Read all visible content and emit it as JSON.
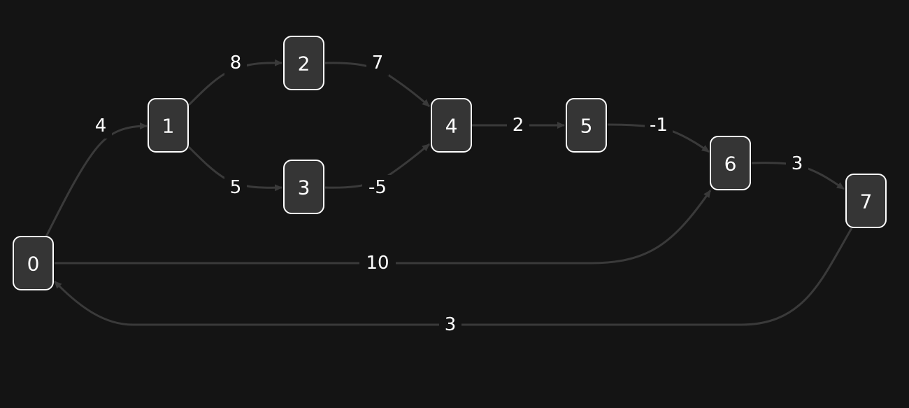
{
  "graph": {
    "nodes": [
      {
        "id": "0",
        "label": "0"
      },
      {
        "id": "1",
        "label": "1"
      },
      {
        "id": "2",
        "label": "2"
      },
      {
        "id": "3",
        "label": "3"
      },
      {
        "id": "4",
        "label": "4"
      },
      {
        "id": "5",
        "label": "5"
      },
      {
        "id": "6",
        "label": "6"
      },
      {
        "id": "7",
        "label": "7"
      }
    ],
    "edges": [
      {
        "from": "0",
        "to": "1",
        "label": "4"
      },
      {
        "from": "1",
        "to": "2",
        "label": "8"
      },
      {
        "from": "1",
        "to": "3",
        "label": "5"
      },
      {
        "from": "2",
        "to": "4",
        "label": "7"
      },
      {
        "from": "3",
        "to": "4",
        "label": "-5"
      },
      {
        "from": "4",
        "to": "5",
        "label": "2"
      },
      {
        "from": "5",
        "to": "6",
        "label": "-1"
      },
      {
        "from": "0",
        "to": "6",
        "label": "10"
      },
      {
        "from": "6",
        "to": "7",
        "label": "3"
      },
      {
        "from": "7",
        "to": "0",
        "label": "3"
      }
    ]
  },
  "colors": {
    "background": "#141414",
    "node_fill": "#353535",
    "node_border": "#ffffff",
    "edge": "#3a3a3a",
    "text": "#ffffff"
  }
}
